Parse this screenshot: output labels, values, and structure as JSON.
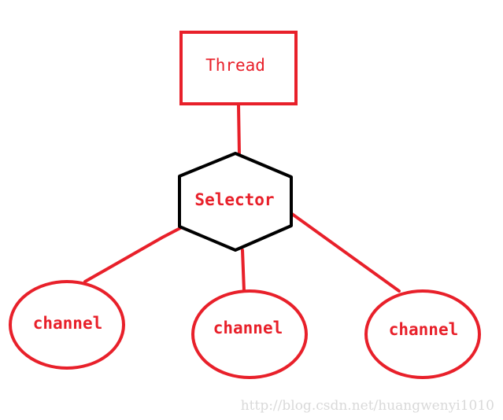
{
  "colors": {
    "accent": "#e8202a",
    "outline": "#000000",
    "watermark": "#d9d9d9"
  },
  "nodes": {
    "thread": {
      "label": "Thread"
    },
    "selector": {
      "label": "Selector"
    },
    "channels": [
      {
        "label": "channel"
      },
      {
        "label": "channel"
      },
      {
        "label": "channel"
      }
    ]
  },
  "watermark": "http://blog.csdn.net/huangwenyi1010"
}
